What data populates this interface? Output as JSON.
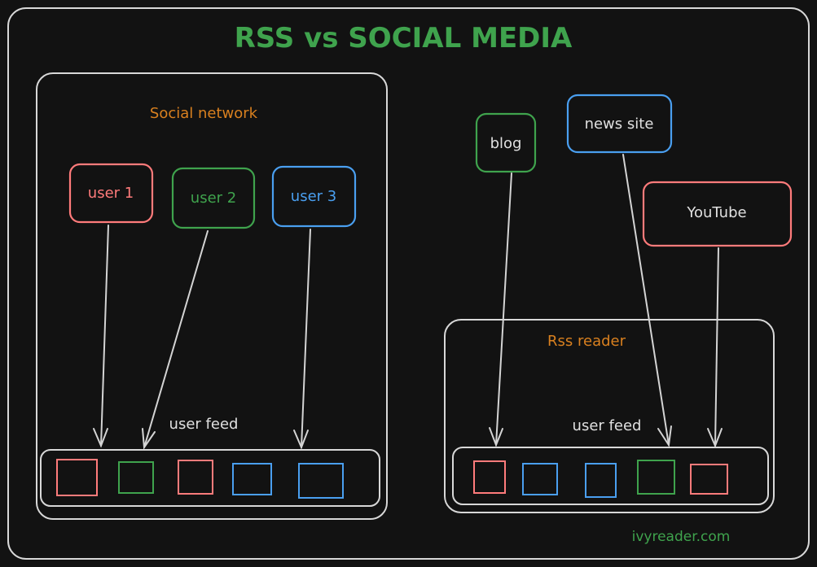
{
  "title": "RSS vs SOCIAL MEDIA",
  "footer": "ivyreader.com",
  "colors": {
    "red": "#ff7b7b",
    "green": "#3fa34d",
    "blue": "#4a9ff0",
    "orange": "#d9801f",
    "white": "#e0e0e0"
  },
  "social": {
    "label": "Social network",
    "users": [
      "user 1",
      "user 2",
      "user 3"
    ],
    "feed_label": "user feed",
    "feed_items": [
      "red",
      "green",
      "red",
      "blue",
      "blue"
    ]
  },
  "rss": {
    "label": "Rss reader",
    "sources": [
      "blog",
      "news site",
      "YouTube"
    ],
    "feed_label": "user feed",
    "feed_items": [
      "red",
      "blue",
      "blue",
      "green",
      "red"
    ]
  }
}
